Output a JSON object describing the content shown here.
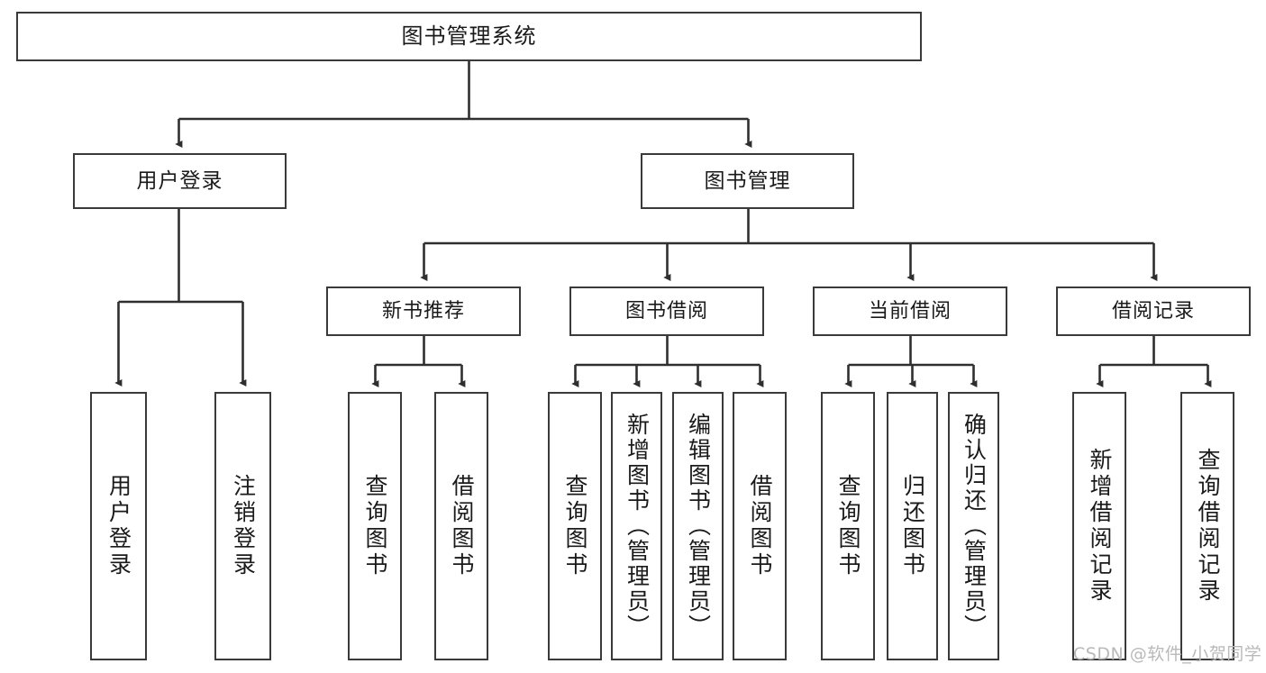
{
  "diagram": {
    "type": "tree-hierarchy",
    "title": "图书管理系统",
    "root": {
      "id": "root",
      "label": "图书管理系统"
    },
    "level1": [
      {
        "id": "user-login",
        "label": "用户登录"
      },
      {
        "id": "book-manage",
        "label": "图书管理"
      }
    ],
    "level2": [
      {
        "id": "new-book-rec",
        "label": "新书推荐",
        "parent": "book-manage"
      },
      {
        "id": "book-borrow",
        "label": "图书借阅",
        "parent": "book-manage"
      },
      {
        "id": "current-borrow",
        "label": "当前借阅",
        "parent": "book-manage"
      },
      {
        "id": "borrow-record",
        "label": "借阅记录",
        "parent": "book-manage"
      }
    ],
    "leaves": [
      {
        "id": "user-login-leaf",
        "label": "用户登录",
        "parent": "user-login"
      },
      {
        "id": "user-logout-leaf",
        "label": "注销登录",
        "parent": "user-login"
      },
      {
        "id": "query-book-1",
        "label": "查询图书",
        "parent": "new-book-rec"
      },
      {
        "id": "borrow-book-1",
        "label": "借阅图书",
        "parent": "new-book-rec"
      },
      {
        "id": "query-book-2",
        "label": "查询图书",
        "parent": "book-borrow"
      },
      {
        "id": "add-book",
        "label": "新增图书（管理员）",
        "parent": "book-borrow"
      },
      {
        "id": "edit-book",
        "label": "编辑图书（管理员）",
        "parent": "book-borrow"
      },
      {
        "id": "borrow-book-2",
        "label": "借阅图书",
        "parent": "book-borrow"
      },
      {
        "id": "query-book-3",
        "label": "查询图书",
        "parent": "current-borrow"
      },
      {
        "id": "return-book",
        "label": "归还图书",
        "parent": "current-borrow"
      },
      {
        "id": "confirm-return",
        "label": "确认归还（管理员）",
        "parent": "current-borrow"
      },
      {
        "id": "add-record",
        "label": "新增借阅记录",
        "parent": "borrow-record"
      },
      {
        "id": "query-record",
        "label": "查询借阅记录",
        "parent": "borrow-record"
      }
    ],
    "colors": {
      "box_border": "#3a3a3a",
      "box_fill": "#ffffff",
      "connector": "#3a3a3a",
      "text": "#1a1a1a",
      "watermark": "#b9b9b9",
      "background": "#ffffff"
    }
  },
  "watermark": {
    "text": "CSDN @软件_小贺同学"
  }
}
